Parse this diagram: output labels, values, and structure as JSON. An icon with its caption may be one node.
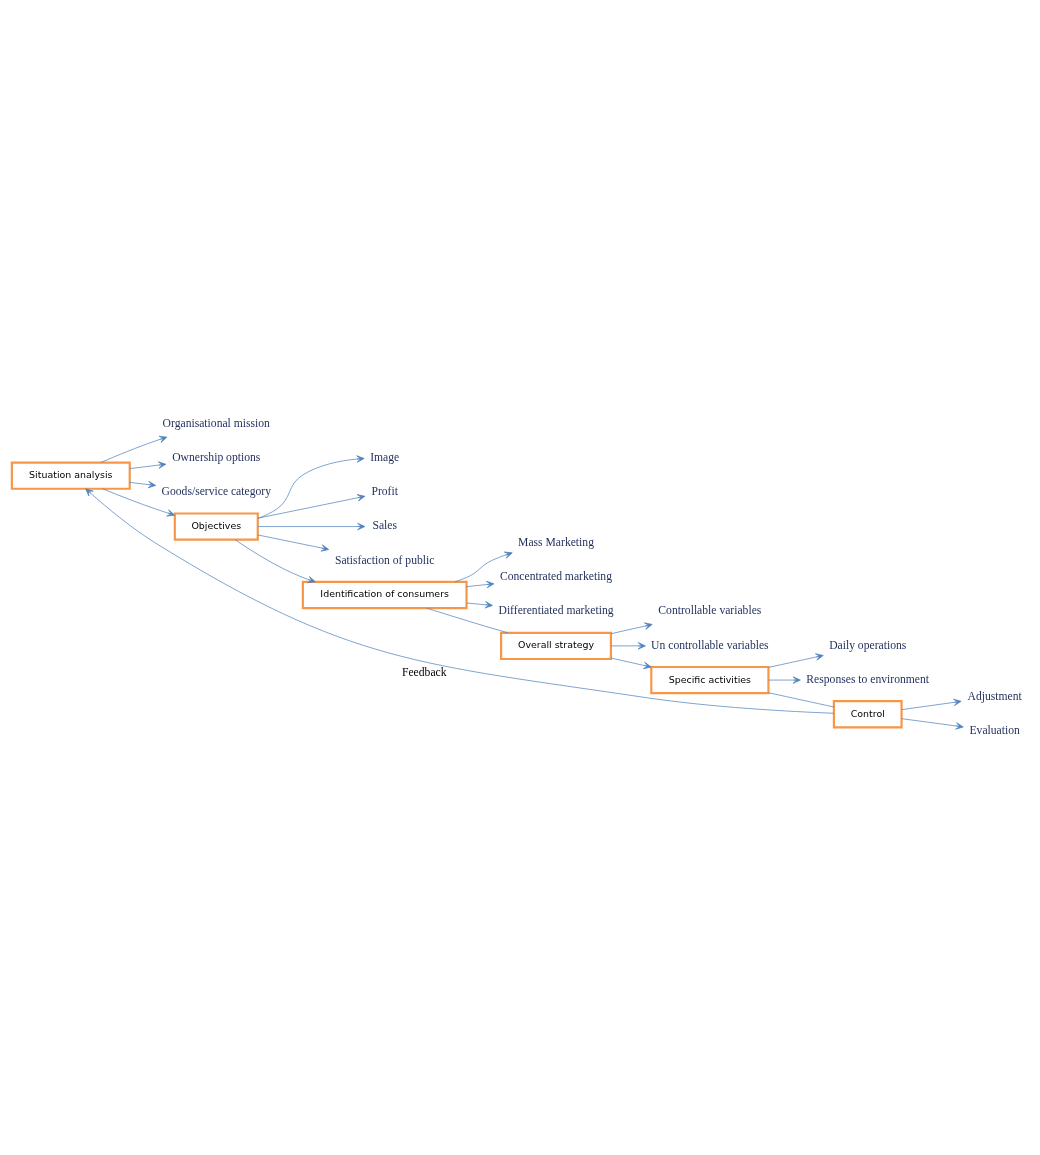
{
  "diagram": {
    "nodes": [
      {
        "text": [
          "Situation analysis"
        ]
      },
      {
        "text": [
          "Organisational mission"
        ]
      },
      {
        "text": [
          "Ownership options"
        ]
      },
      {
        "text": [
          "Goods/service category"
        ]
      },
      {
        "text": [
          "Objectives"
        ]
      },
      {
        "text": [
          "Image"
        ]
      },
      {
        "text": [
          "Profit"
        ]
      },
      {
        "text": [
          "Sales"
        ]
      },
      {
        "text": [
          "Satisfaction of public"
        ]
      },
      {
        "text": [
          "Identification of consumers"
        ]
      },
      {
        "text": [
          "Mass Marketing"
        ]
      },
      {
        "text": [
          "Concentrated marketing"
        ]
      },
      {
        "text": [
          "Differentiated marketing"
        ]
      },
      {
        "text": [
          "Overall strategy"
        ]
      },
      {
        "text": [
          "Controllable variables"
        ]
      },
      {
        "text": [
          "Un controllable variables"
        ]
      },
      {
        "text": [
          "Specific activities"
        ]
      },
      {
        "text": [
          "Daily operations"
        ]
      },
      {
        "text": [
          "Responses to environment"
        ]
      },
      {
        "text": [
          "Control"
        ]
      },
      {
        "text": [
          "Adjustment"
        ]
      },
      {
        "text": [
          "Evaluation"
        ]
      }
    ],
    "edges": [
      {
        "from": 0,
        "to": 1,
        "arrow": "to"
      },
      {
        "from": 0,
        "to": 2,
        "arrow": "to"
      },
      {
        "from": 0,
        "to": 3,
        "arrow": "to"
      },
      {
        "from": 0,
        "to": 4,
        "arrow": "to"
      },
      {
        "from": 4,
        "to": 5,
        "arrow": "to"
      },
      {
        "from": 4,
        "to": 6,
        "arrow": "to"
      },
      {
        "from": 4,
        "to": 7,
        "arrow": "to"
      },
      {
        "from": 4,
        "to": 8,
        "arrow": "to"
      },
      {
        "from": 4,
        "to": 9,
        "arrow": "to"
      },
      {
        "from": 9,
        "to": 10,
        "arrow": "to"
      },
      {
        "from": 9,
        "to": 11,
        "arrow": "to"
      },
      {
        "from": 9,
        "to": 12,
        "arrow": "to"
      },
      {
        "from": 9,
        "to": 13,
        "arrow": "none"
      },
      {
        "from": 13,
        "to": 14,
        "arrow": "to"
      },
      {
        "from": 13,
        "to": 15,
        "arrow": "to"
      },
      {
        "from": 13,
        "to": 16,
        "arrow": "to"
      },
      {
        "from": 16,
        "to": 17,
        "arrow": "to"
      },
      {
        "from": 16,
        "to": 18,
        "arrow": "to"
      },
      {
        "from": 16,
        "to": 19,
        "arrow": "none"
      },
      {
        "from": 19,
        "to": 20,
        "arrow": "to"
      },
      {
        "from": 19,
        "to": 21,
        "arrow": "to"
      },
      {
        "from": 19,
        "to": 0,
        "arrow": "to",
        "label": "Feedback"
      }
    ]
  }
}
